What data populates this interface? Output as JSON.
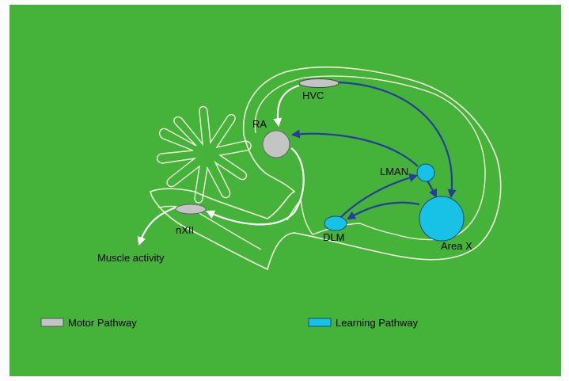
{
  "colors": {
    "background": "#45b23a",
    "motor": "#c4c4c4",
    "learning": "#17c2e6",
    "learning_arrow": "#283c9e",
    "motor_arrow": "#ffffff",
    "outline": "#f2f2dc"
  },
  "nodes": {
    "hvc": "HVC",
    "ra": "RA",
    "lman": "LMAN",
    "area_x": "Area X",
    "dlm": "DLM",
    "nxii": "nXII",
    "muscle": "Muscle activity"
  },
  "legend": {
    "motor": "Motor Pathway",
    "learning": "Learning Pathway"
  }
}
